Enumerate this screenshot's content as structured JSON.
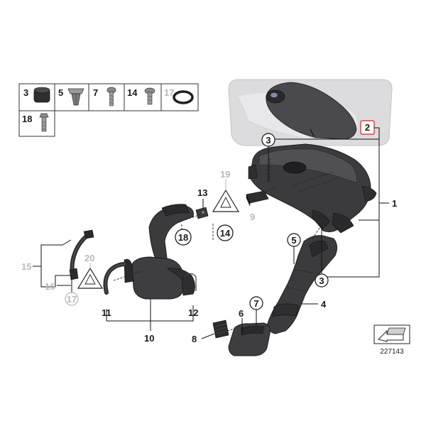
{
  "legend": {
    "row1": [
      "3",
      "5",
      "7",
      "14",
      "17"
    ],
    "row2": [
      "18"
    ]
  },
  "callouts": {
    "c1": "1",
    "c2": "2",
    "c3a": "3",
    "c3b": "3",
    "c4": "4",
    "c5": "5",
    "c6": "6",
    "c7": "7",
    "c8": "8",
    "c9": "9",
    "c10": "10",
    "c11": "11",
    "c12": "12",
    "c13": "13",
    "c14": "14",
    "c15": "15",
    "c16": "16",
    "c17": "17",
    "c18": "18",
    "c19": "19",
    "c20": "20"
  },
  "reference_number": "227143",
  "colors": {
    "part": "#3d3d40",
    "engine_cover": "#d9d9db",
    "grey_callout": "#b9b9b9",
    "highlight_box": "#d62020"
  }
}
